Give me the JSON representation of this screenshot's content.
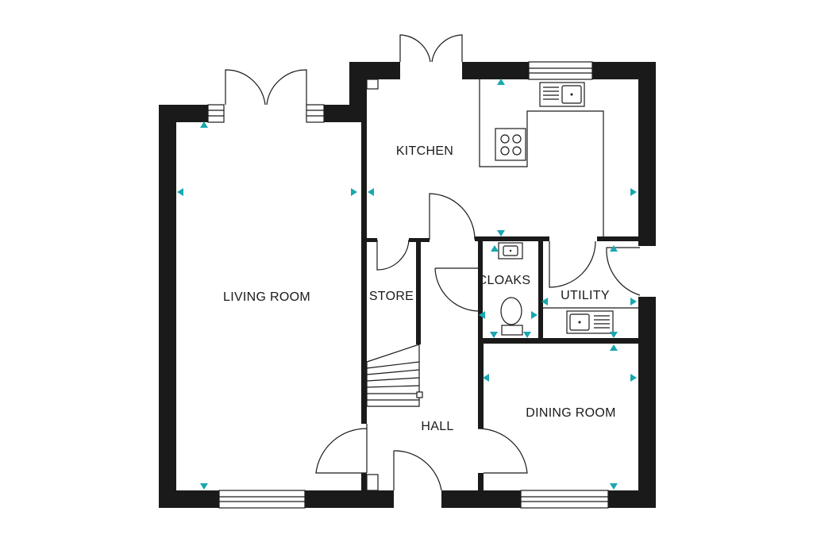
{
  "plan": {
    "rooms": [
      {
        "id": "living",
        "label": "LIVING ROOM"
      },
      {
        "id": "kitchen",
        "label": "KITCHEN"
      },
      {
        "id": "store",
        "label": "STORE"
      },
      {
        "id": "cloaks",
        "label": "CLOAKS"
      },
      {
        "id": "utility",
        "label": "UTILITY"
      },
      {
        "id": "hall",
        "label": "HALL"
      },
      {
        "id": "dining",
        "label": "DINING ROOM"
      }
    ],
    "colors": {
      "wall": "#1a1a1a",
      "marker": "#19a7b0",
      "background": "#ffffff"
    },
    "icons": [
      "sink-icon",
      "hob-icon",
      "toilet-icon",
      "electrical-point-icon"
    ]
  }
}
